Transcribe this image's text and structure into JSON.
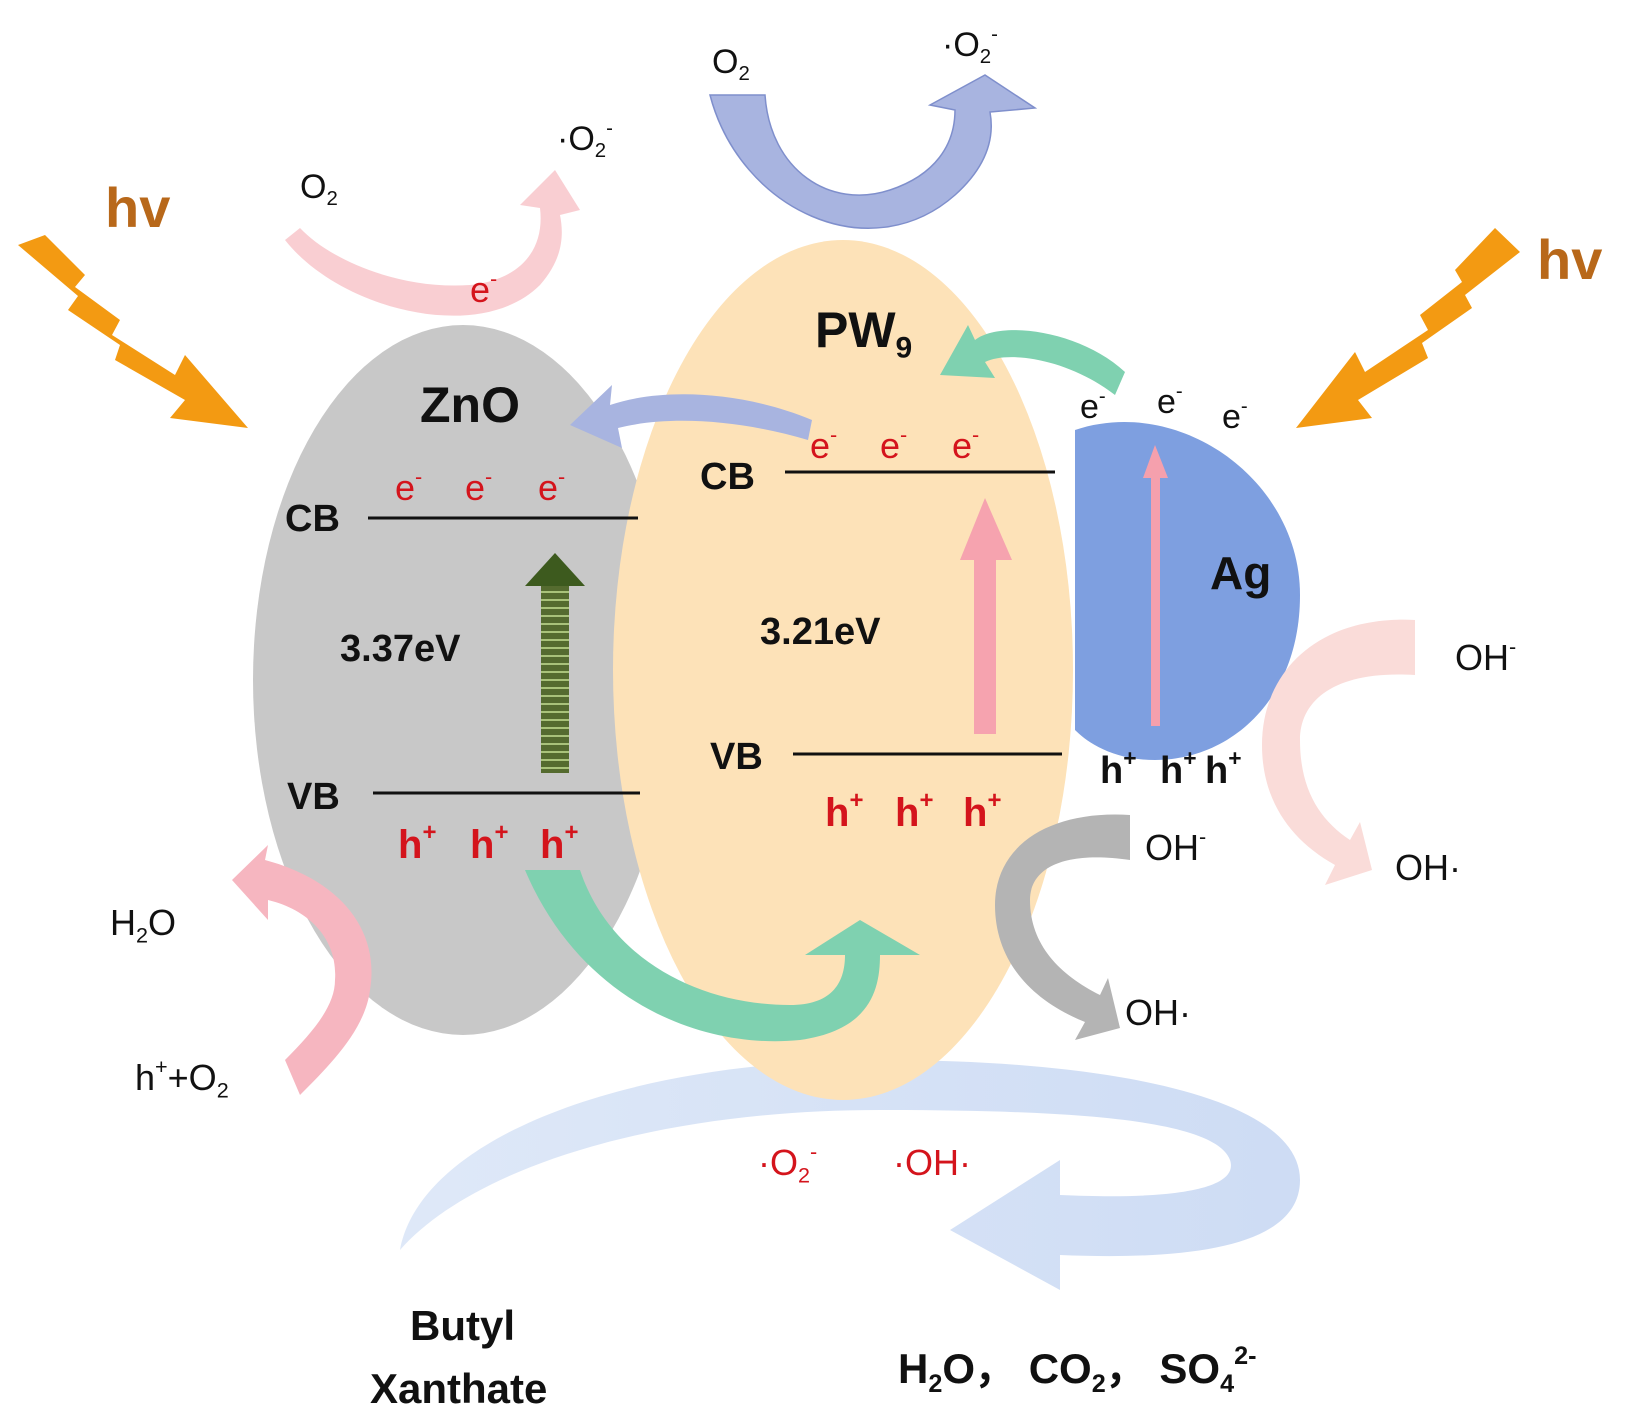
{
  "light_left": "hv",
  "light_right": "hv",
  "zno": {
    "name": "ZnO",
    "cb": "CB",
    "vb": "VB",
    "gap": "3.37eV",
    "electrons": [
      "e",
      "e",
      "e"
    ],
    "holes": [
      "h",
      "h",
      "h"
    ],
    "top_electron": "e"
  },
  "pw9": {
    "name": "PW",
    "name_sub": "9",
    "cb": "CB",
    "vb": "VB",
    "gap": "3.21eV",
    "electrons": [
      "e",
      "e",
      "e"
    ],
    "holes": [
      "h",
      "h",
      "h"
    ]
  },
  "ag": {
    "name": "Ag",
    "electrons": [
      "e",
      "e",
      "e"
    ],
    "holes": [
      "h",
      "h",
      "h"
    ]
  },
  "reactions": {
    "zno_o2": {
      "o2": "O",
      "o2_sub": "2",
      "product": "·O",
      "product_sub": "2",
      "product_sup": "-"
    },
    "pw9_o2": {
      "o2": "O",
      "o2_sub": "2",
      "product": "·O",
      "product_sub": "2",
      "product_sup": "-"
    },
    "zno_h2o": {
      "h2o_left": "H",
      "h2o_sub": "2",
      "h2o_right": "O",
      "reactant_h": "h",
      "reactant_plus": "+",
      "reactant_o": "+O",
      "reactant_sub": "2"
    },
    "pw9_oh": {
      "reactant": "OH",
      "reactant_sup": "-",
      "product": "OH·"
    },
    "ag_oh": {
      "reactant": "OH",
      "reactant_sup": "-",
      "product": "OH·"
    }
  },
  "radicals": {
    "o2": "·O",
    "o2_sub": "2",
    "o2_sup": "-",
    "oh": "·OH·"
  },
  "pollutant": {
    "line1": "Butyl",
    "line2": "Xanthate"
  },
  "products": {
    "h2o": "H",
    "h2o_sub": "2",
    "h2o_end": "O，",
    "co2": "CO",
    "co2_sub": "2",
    "co2_end": "，",
    "so4": "SO",
    "so4_sub": "4",
    "so4_sup": "2-"
  },
  "colors": {
    "zno_fill": "#c8c8c8",
    "pw9_fill": "#fde2b8",
    "ag_fill": "#7e9fe0",
    "light_arrow": "#f39a12",
    "electron_text": "#d4141c",
    "teal_arrow": "#7fd1b0",
    "pink_arrow": "#f8b8c0",
    "lavender_arrow": "#a8b4e0",
    "grey_arrow": "#b4b4b4"
  }
}
